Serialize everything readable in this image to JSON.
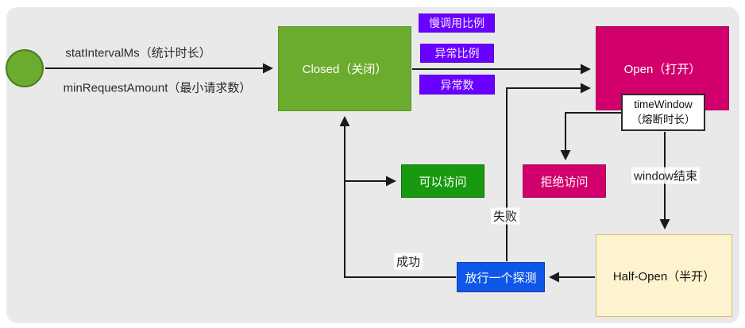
{
  "nodes": {
    "closed": {
      "label": "Closed（关闭）",
      "color": "#6bab2e"
    },
    "open": {
      "label": "Open（打开）",
      "color": "#d1006c"
    },
    "half_open": {
      "label": "Half-Open（半开）",
      "fill": "#fdf3ce",
      "border": "#d9be6c"
    },
    "time_window": {
      "line1": "timeWindow",
      "line2": "（熔断时长）"
    },
    "can_access": {
      "label": "可以访问",
      "color": "#18990f"
    },
    "reject_access": {
      "label": "拒绝访问",
      "color": "#d1006c"
    },
    "release_probe": {
      "label": "放行一个探测",
      "color": "#0f57e8"
    }
  },
  "rules": [
    {
      "label": "慢调用比例"
    },
    {
      "label": "异常比例"
    },
    {
      "label": "异常数"
    }
  ],
  "edge_labels": {
    "stat_interval": "statIntervalMs（统计时长）",
    "min_request": "minRequestAmount（最小请求数）",
    "fail": "失败",
    "success": "成功",
    "window_end": "window结束"
  },
  "colors": {
    "canvas_bg": "#e9e9e9",
    "state_green": "#6bab2e",
    "state_magenta": "#d1006c",
    "rule_purple": "#6a00ff",
    "action_green": "#18990f",
    "probe_blue": "#0f57e8",
    "half_open_fill": "#fdf3ce",
    "half_open_border": "#d9be6c",
    "edge_stroke": "#1a1a1a"
  }
}
